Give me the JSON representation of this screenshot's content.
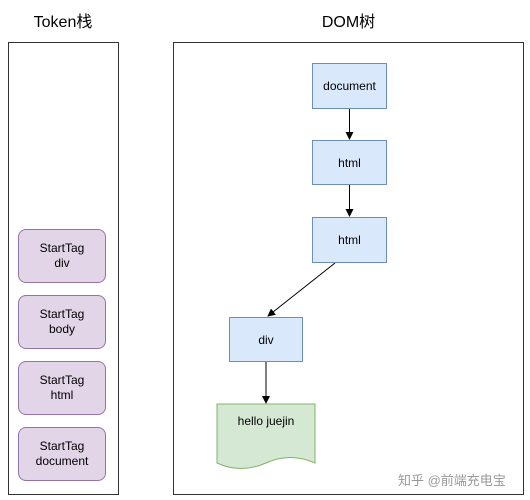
{
  "token_stack": {
    "title": "Token栈",
    "items": [
      {
        "line1": "StartTag",
        "line2": "div"
      },
      {
        "line1": "StartTag",
        "line2": "body"
      },
      {
        "line1": "StartTag",
        "line2": "html"
      },
      {
        "line1": "StartTag",
        "line2": "document"
      }
    ]
  },
  "dom_tree": {
    "title": "DOM树",
    "nodes": {
      "document": "document",
      "html_outer": "html",
      "html_inner": "html",
      "div": "div",
      "text": "hello juejin"
    }
  },
  "watermark": "知乎 @前端充电宝",
  "colors": {
    "stack_fill": "#e1d5e7",
    "stack_border": "#9673a6",
    "node_fill": "#dae8fc",
    "node_border": "#6c8ebf",
    "text_node_fill": "#d5e8d4",
    "text_node_border": "#82b366"
  }
}
